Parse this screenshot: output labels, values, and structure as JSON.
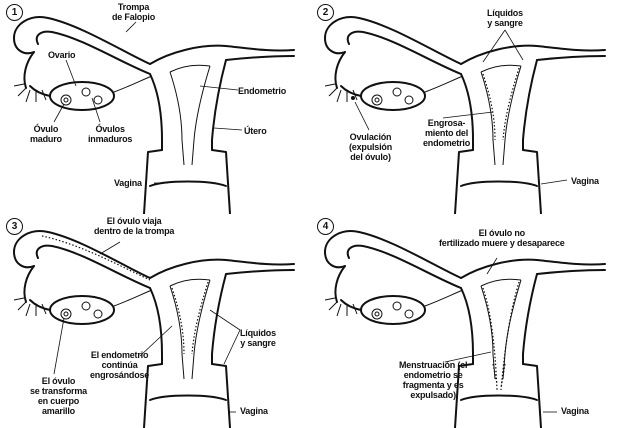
{
  "panels": [
    {
      "number": "1",
      "labels": {
        "trompa": "Trompa\nde Falopio",
        "ovario": "Ovario",
        "endometrio": "Endometrio",
        "ovulo_maduro": "Óvulo\nmaduro",
        "ovulos_inmaduros": "Óvulos\ninmaduros",
        "utero": "Útero",
        "vagina": "Vagina"
      }
    },
    {
      "number": "2",
      "labels": {
        "liquidos": "Líquidos\ny sangre",
        "ovulacion": "Ovulación\n(expulsión\ndel óvulo)",
        "engrosamiento": "Engrosa-\nmiento del\nendometrio",
        "vagina": "Vagina"
      }
    },
    {
      "number": "3",
      "labels": {
        "viaja": "El óvulo viaja\ndentro de la trompa",
        "endometrio": "El endometrio\ncontinúa\nengrosándose",
        "liquidos": "Líquidos\ny sangre",
        "cuerpo_amarillo": "El óvulo\nse transforma\nen cuerpo\namarillo",
        "vagina": "Vagina"
      }
    },
    {
      "number": "4",
      "labels": {
        "no_fertilizado": "El óvulo no\nfertilizado muere y desaparece",
        "menstruacion": "Menstruación (el\nendometrio se\nfragmenta y es\nexpulsado)",
        "vagina": "Vagina"
      }
    }
  ]
}
